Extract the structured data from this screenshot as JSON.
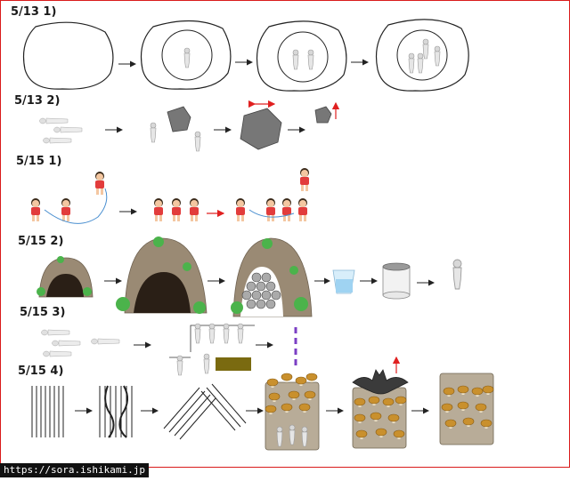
{
  "steps": [
    {
      "label": "5/13  1)"
    },
    {
      "label": "5/13  2)"
    },
    {
      "label": "5/15  1)"
    },
    {
      "label": "5/15  2)"
    },
    {
      "label": "5/15  3)"
    },
    {
      "label": "5/15  4)"
    }
  ],
  "credit": "https://sora.ishikami.jp",
  "colors": {
    "frame": "#d91b1b",
    "arrow": "#222222",
    "red_arrow": "#e02020",
    "rock": "#777777",
    "cave": "#9a8a74",
    "bush": "#4bb34b",
    "dash": "#7b3fc4",
    "plank": "#7a6a10",
    "mushroom": "#c9902d",
    "wood": "#b8ac98"
  }
}
